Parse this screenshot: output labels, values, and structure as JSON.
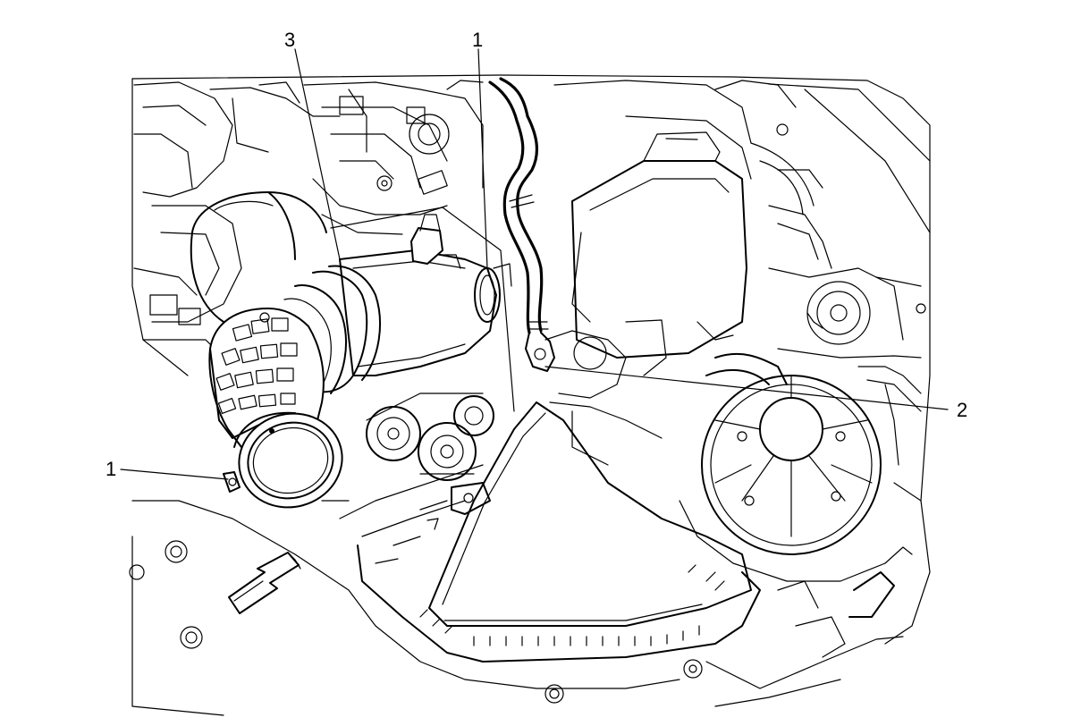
{
  "callouts": {
    "label_1_top": "1",
    "label_1_left": "1",
    "label_2": "2",
    "label_3": "3"
  },
  "colors": {
    "line": "#000000",
    "background": "#ffffff"
  },
  "icons": {
    "direction_arrow": "front-direction-arrow-icon"
  }
}
